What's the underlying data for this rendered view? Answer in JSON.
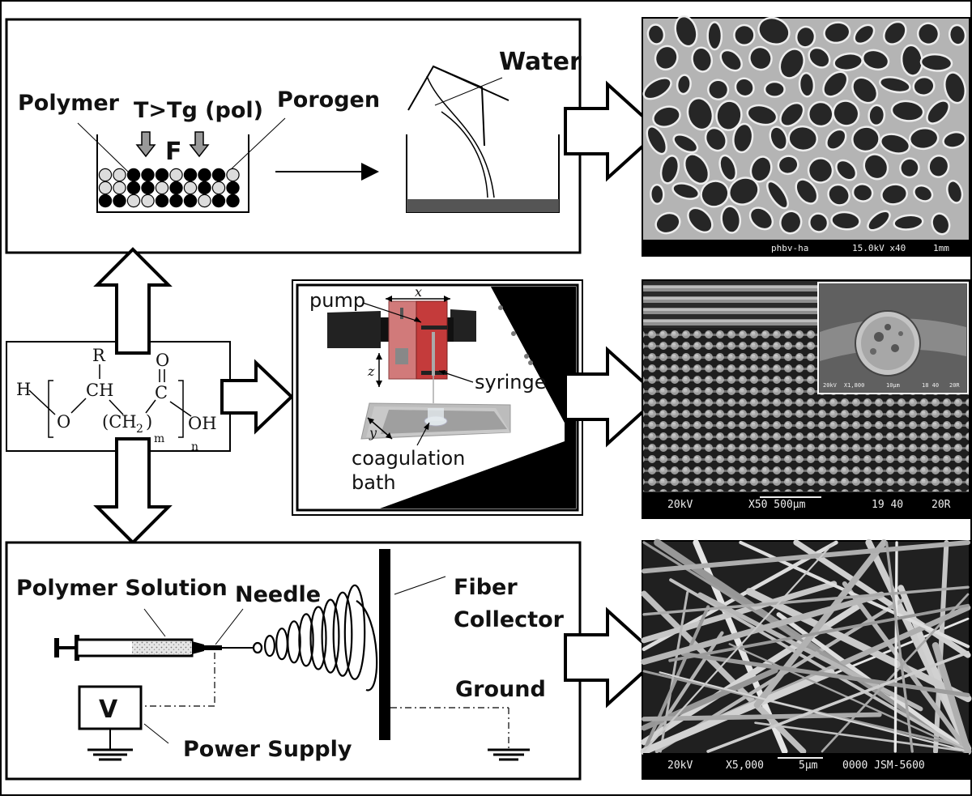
{
  "particulate_leaching": {
    "polymer_label": "Polymer",
    "temperature_label": "T>Tg (pol)",
    "force_label": "F",
    "porogen_label": "Porogen",
    "water_label": "Water",
    "sem_caption": {
      "sample": "phbv-ha",
      "voltage_mag": "15.0kV x40",
      "scale": "1mm"
    }
  },
  "chemical_structure": {
    "h": "H",
    "r": "R",
    "ch": "CH",
    "o_top": "O",
    "c": "C",
    "o_ester": "O",
    "oh": "OH",
    "ch2": "(CH",
    "ch2_sub": "2",
    "ch2_close": ")",
    "m": "m",
    "n": "n"
  },
  "wet_spinning": {
    "pump_label": "pump",
    "x_label": "x",
    "z_label": "z",
    "y_label": "y",
    "syringe_label": "syringe",
    "coagulation_label_line1": "coagulation",
    "coagulation_label_line2": "bath",
    "sem_caption": {
      "voltage": "20kV",
      "mag_scale": "X50 500µm",
      "numbers": "19 40",
      "code": "20R"
    },
    "inset_caption": {
      "voltage": "20kV",
      "mag": "X1,800",
      "scale": "10µm",
      "numbers": "18 40",
      "code": "20R"
    }
  },
  "electrospinning": {
    "solution_label": "Polymer Solution",
    "needle_label": "Needle",
    "collector_line1": "Fiber",
    "collector_line2": "Collector",
    "ground_label": "Ground",
    "voltage_symbol": "V",
    "power_label": "Power Supply",
    "sem_caption": {
      "voltage": "20kV",
      "mag": "X5,000",
      "scale": "5µm",
      "code": "0000 JSM-5600"
    }
  }
}
